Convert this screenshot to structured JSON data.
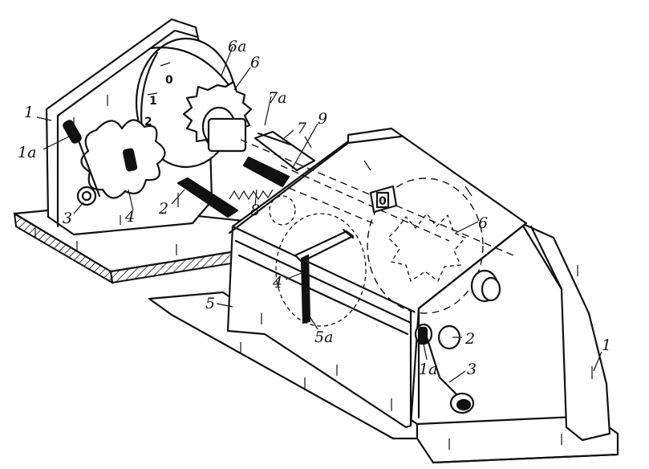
{
  "labels": {
    "l_1_left": "1",
    "l_1a_left": "1a",
    "l_3_left": "3",
    "l_4_left": "4",
    "l_2_left": "2",
    "l_6a": "6a",
    "l_6_top": "6",
    "l_7a": "7a",
    "l_7": "7",
    "l_9": "9",
    "l_8": "8",
    "l_6_right": "6",
    "l_4_mid": "4",
    "l_5": "5",
    "l_5a": "5a",
    "l_1a_right": "1a",
    "l_2_right": "2",
    "l_3_right": "3",
    "l_1_right": "1"
  },
  "counter_digits": {
    "drum_top": "0",
    "drum_mid": "1",
    "drum_low": "2",
    "window": "0"
  }
}
